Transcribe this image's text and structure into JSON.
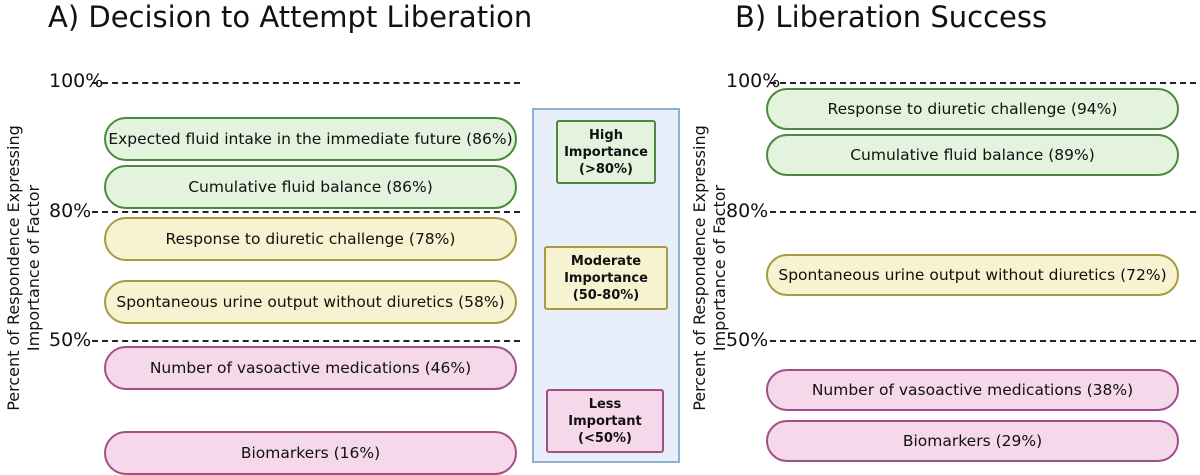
{
  "panel_a": {
    "title": "A) Decision to Attempt Liberation",
    "ylabel_line1": "Percent of Respondence Expressing",
    "ylabel_line2": "Importance of Factor",
    "ticks": [
      "100%",
      "80%",
      "50%"
    ],
    "factors": [
      {
        "label": "Expected fluid intake in the immediate future (86%)",
        "value": 86,
        "category": "high"
      },
      {
        "label": "Cumulative fluid balance (86%)",
        "value": 86,
        "category": "high"
      },
      {
        "label": "Response to diuretic challenge (78%)",
        "value": 78,
        "category": "moderate"
      },
      {
        "label": "Spontaneous urine output without diuretics (58%)",
        "value": 58,
        "category": "moderate"
      },
      {
        "label": "Number of vasoactive medications (46%)",
        "value": 46,
        "category": "less"
      },
      {
        "label": "Biomarkers (16%)",
        "value": 16,
        "category": "less"
      }
    ]
  },
  "panel_b": {
    "title": "B) Liberation Success",
    "ylabel_line1": "Percent of Respondence Expressing",
    "ylabel_line2": "Importance of Factor",
    "ticks": [
      "100%",
      "80%",
      "50%"
    ],
    "factors": [
      {
        "label": "Response to diuretic challenge (94%)",
        "value": 94,
        "category": "high"
      },
      {
        "label": "Cumulative fluid balance (89%)",
        "value": 89,
        "category": "high"
      },
      {
        "label": "Spontaneous urine output without diuretics (72%)",
        "value": 72,
        "category": "moderate"
      },
      {
        "label": "Number of vasoactive medications (38%)",
        "value": 38,
        "category": "less"
      },
      {
        "label": "Biomarkers (29%)",
        "value": 29,
        "category": "less"
      }
    ]
  },
  "legend": {
    "high": {
      "line1": "High",
      "line2": "Importance",
      "line3": "(>80%)"
    },
    "moderate": {
      "line1": "Moderate",
      "line2": "Importance",
      "line3": "(50-80%)"
    },
    "less": {
      "line1": "Less",
      "line2": "Important",
      "line3": "(<50%)"
    }
  },
  "colors": {
    "high_fill": "#e3f3dd",
    "high_border": "#4a8a3c",
    "moderate_fill": "#f7f2cf",
    "moderate_border": "#a89a3e",
    "less_fill": "#f5d8ea",
    "less_border": "#a24f87",
    "legend_bg": "#e6effa"
  }
}
